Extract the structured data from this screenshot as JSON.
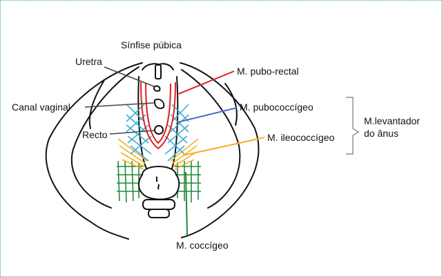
{
  "labels": {
    "sinfise": "Sínfise púbica",
    "uretra": "Uretra",
    "canal_vaginal": "Canal vaginal",
    "recto": "Recto",
    "pubo_rectal": "M. pubo-rectal",
    "pubococcigeo": "M. pubococcígeo",
    "ileococcigeo": "M. ileococcígeo",
    "levantador_line1": "M.levantador",
    "levantador_line2": "do ânus",
    "coccigeo": "M. coccígeo"
  },
  "colors": {
    "outline": "#111111",
    "pubo_rectal": "#e02020",
    "pubococcigeo": "#3aaed8",
    "pubococcigeo_pointer": "#4a6fc0",
    "ileococcigeo": "#f0b020",
    "coccigeo": "#1f8a3a",
    "frame_border": "#3aa6a0"
  }
}
